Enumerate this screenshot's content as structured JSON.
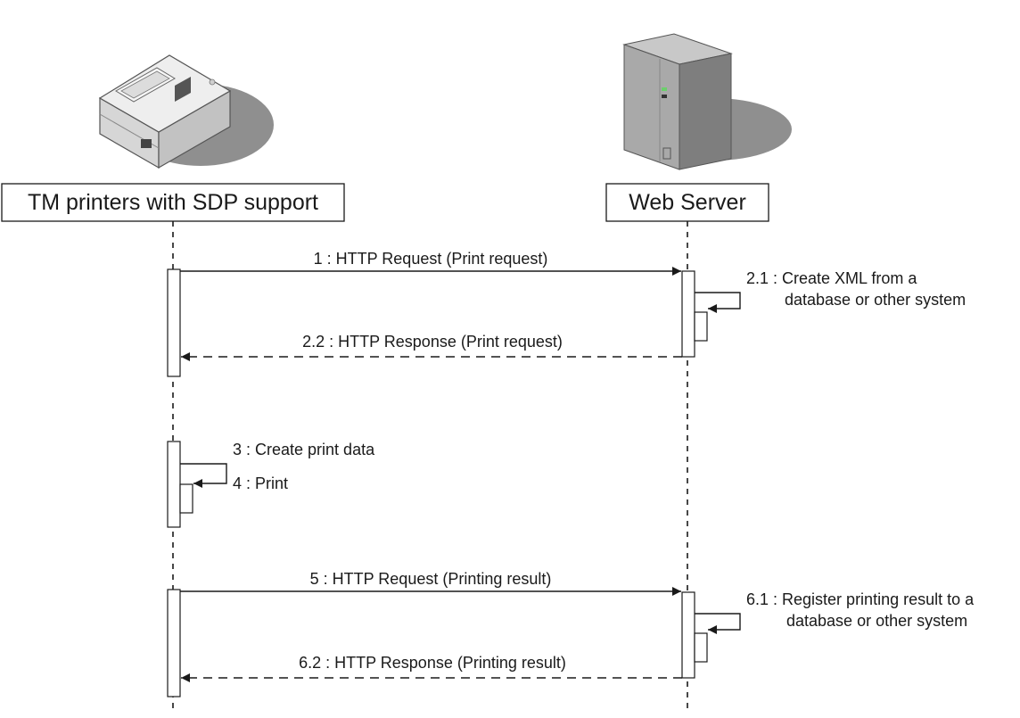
{
  "participants": {
    "printer": {
      "label": "TM printers with SDP support",
      "icon": "receipt-printer-icon"
    },
    "server": {
      "label": "Web Server",
      "icon": "server-tower-icon"
    }
  },
  "messages": [
    {
      "id": "m1",
      "label": "1 : HTTP Request (Print request)",
      "from": "printer",
      "to": "server",
      "style": "solid"
    },
    {
      "id": "m2_1",
      "label_lines": [
        "2.1 : Create XML from a",
        "database or other system"
      ],
      "from": "server",
      "to": "server",
      "style": "self"
    },
    {
      "id": "m2_2",
      "label": "2.2 : HTTP Response (Print request)",
      "from": "server",
      "to": "printer",
      "style": "dashed"
    },
    {
      "id": "m3",
      "label": "3 : Create print data",
      "from": "printer",
      "to": "printer",
      "style": "self"
    },
    {
      "id": "m4",
      "label": "4 : Print",
      "from": "printer",
      "to": "printer",
      "style": "self"
    },
    {
      "id": "m5",
      "label": "5 : HTTP Request (Printing result)",
      "from": "printer",
      "to": "server",
      "style": "solid"
    },
    {
      "id": "m6_1",
      "label_lines": [
        "6.1 : Register printing result to a",
        "database or other system"
      ],
      "from": "server",
      "to": "server",
      "style": "self"
    },
    {
      "id": "m6_2",
      "label": "6.2 : HTTP Response (Printing result)",
      "from": "server",
      "to": "printer",
      "style": "dashed"
    }
  ],
  "colors": {
    "line": "#1a1a1a",
    "device_body": "#eaeaea",
    "device_shadow": "#8f8f8f",
    "server_front": "#a9a9a9",
    "server_side": "#7e7e7e",
    "server_top": "#c8c8c8"
  }
}
